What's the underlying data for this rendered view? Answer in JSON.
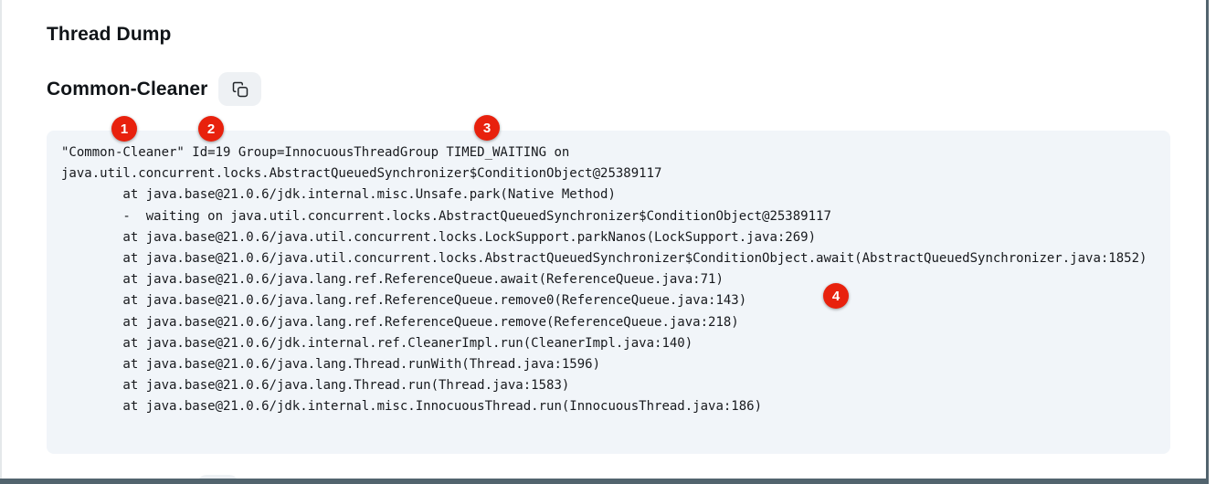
{
  "page": {
    "title": "Thread Dump"
  },
  "section": {
    "heading": "Common-Cleaner",
    "copy_button_icon": "copy-icon"
  },
  "code_block": {
    "lines": [
      "\"Common-Cleaner\" Id=19 Group=InnocuousThreadGroup TIMED_WAITING on",
      "java.util.concurrent.locks.AbstractQueuedSynchronizer$ConditionObject@25389117",
      "        at java.base@21.0.6/jdk.internal.misc.Unsafe.park(Native Method)",
      "        -  waiting on java.util.concurrent.locks.AbstractQueuedSynchronizer$ConditionObject@25389117",
      "        at java.base@21.0.6/java.util.concurrent.locks.LockSupport.parkNanos(LockSupport.java:269)",
      "        at java.base@21.0.6/java.util.concurrent.locks.AbstractQueuedSynchronizer$ConditionObject.await(AbstractQueuedSynchronizer.java:1852)",
      "        at java.base@21.0.6/java.lang.ref.ReferenceQueue.await(ReferenceQueue.java:71)",
      "        at java.base@21.0.6/java.lang.ref.ReferenceQueue.remove0(ReferenceQueue.java:143)",
      "        at java.base@21.0.6/java.lang.ref.ReferenceQueue.remove(ReferenceQueue.java:218)",
      "        at java.base@21.0.6/jdk.internal.ref.CleanerImpl.run(CleanerImpl.java:140)",
      "        at java.base@21.0.6/java.lang.Thread.runWith(Thread.java:1596)",
      "        at java.base@21.0.6/java.lang.Thread.run(Thread.java:1583)",
      "        at java.base@21.0.6/jdk.internal.misc.InnocuousThread.run(InnocuousThread.java:186)"
    ]
  },
  "annotations": {
    "badges": [
      {
        "label": "1"
      },
      {
        "label": "2"
      },
      {
        "label": "3"
      },
      {
        "label": "4"
      }
    ]
  },
  "colors": {
    "badge_red": "#e8210d",
    "frame_border": "#52646e",
    "code_background": "#f1f5f9",
    "button_background": "#eef1f4"
  }
}
